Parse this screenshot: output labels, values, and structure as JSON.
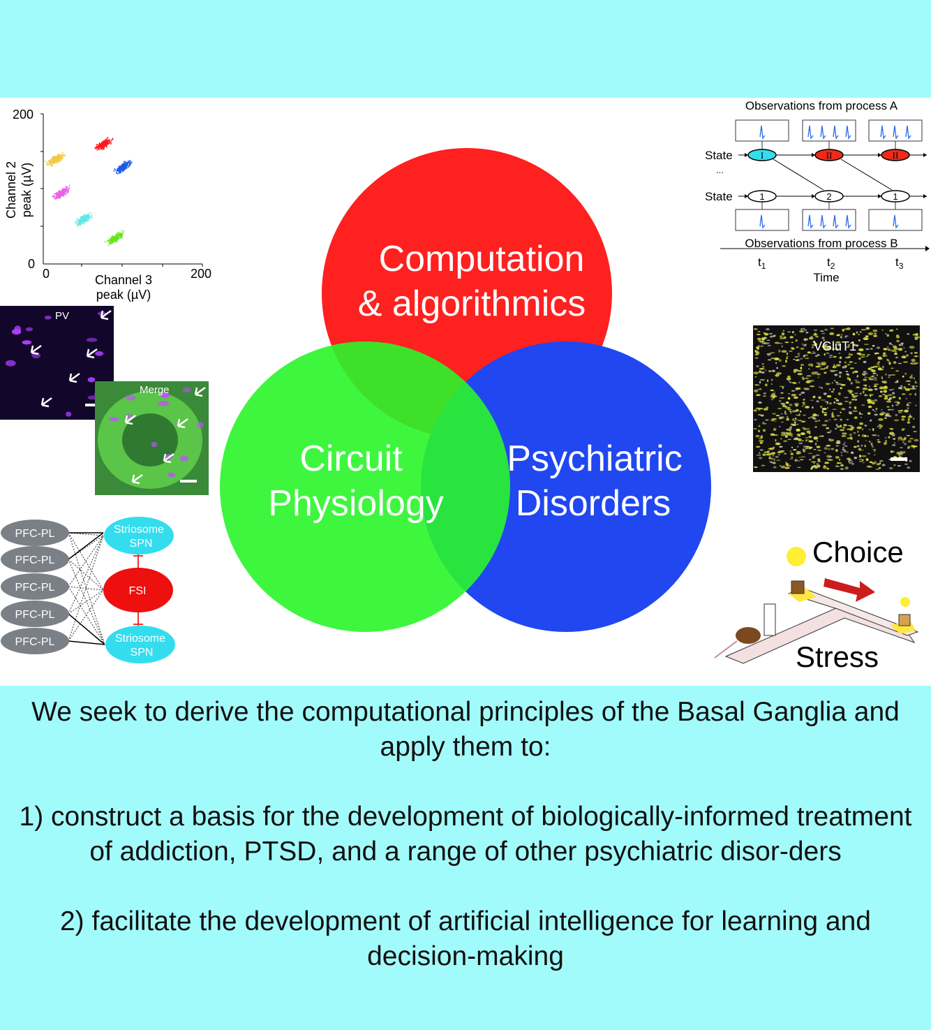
{
  "venn": {
    "computation": [
      "Computation",
      "& algorithmics"
    ],
    "circuit": [
      "Circuit",
      "Physiology"
    ],
    "psychiatric": [
      "Psychiatric",
      "Disorders"
    ],
    "colors": {
      "red": "#ff2020",
      "green": "#2af52a",
      "blue": "#2047f0"
    }
  },
  "scatter": {
    "ylabel": [
      "Channel 2",
      "peak (µV)"
    ],
    "xlabel": [
      "Channel 3",
      "peak (µV)"
    ],
    "y_ticks": [
      "200",
      "0"
    ],
    "x_ticks": [
      "0",
      "200"
    ],
    "range": [
      0,
      200
    ],
    "clusters": [
      {
        "color": "#f5c842",
        "cx": 15,
        "cy": 140
      },
      {
        "color": "#e860e8",
        "cx": 22,
        "cy": 95
      },
      {
        "color": "#ff1a1a",
        "cx": 75,
        "cy": 160
      },
      {
        "color": "#1a5ce8",
        "cx": 100,
        "cy": 130
      },
      {
        "color": "#5ee8e8",
        "cx": 50,
        "cy": 60
      },
      {
        "color": "#66e61a",
        "cx": 90,
        "cy": 35
      }
    ]
  },
  "hmm": {
    "top_label": "Observations from process A",
    "bottom_label": "Observations from process B",
    "state_label": "State",
    "ellipsis": "...",
    "states_a": [
      "I",
      "II",
      "II"
    ],
    "states_b": [
      "1",
      "2",
      "1"
    ],
    "spikes_a": [
      1,
      4,
      3
    ],
    "spikes_b": [
      1,
      4,
      1
    ],
    "times": [
      "t",
      "t",
      "t"
    ],
    "time_subs": [
      "1",
      "2",
      "3"
    ],
    "time_label": "Time"
  },
  "micro": {
    "pv": "PV",
    "merge": "Merge",
    "vglut": "VGluT1"
  },
  "circuit": {
    "inputs": [
      "PFC-PL",
      "PFC-PL",
      "PFC-PL",
      "PFC-PL",
      "PFC-PL"
    ],
    "striosome_top": [
      "Striosome",
      "SPN"
    ],
    "fsi": "FSI",
    "striosome_bottom": [
      "Striosome",
      "SPN"
    ]
  },
  "behavior": {
    "choice": "Choice",
    "stress": "Stress"
  },
  "summary": [
    "We seek to derive the computational principles of the Basal Ganglia and apply them to:",
    "1) construct a basis for the development of biologically-informed treatment of addiction, PTSD, and a range of other psychiatric disor-ders",
    "2) facilitate the development of artificial intelligence for learning and decision-making"
  ]
}
